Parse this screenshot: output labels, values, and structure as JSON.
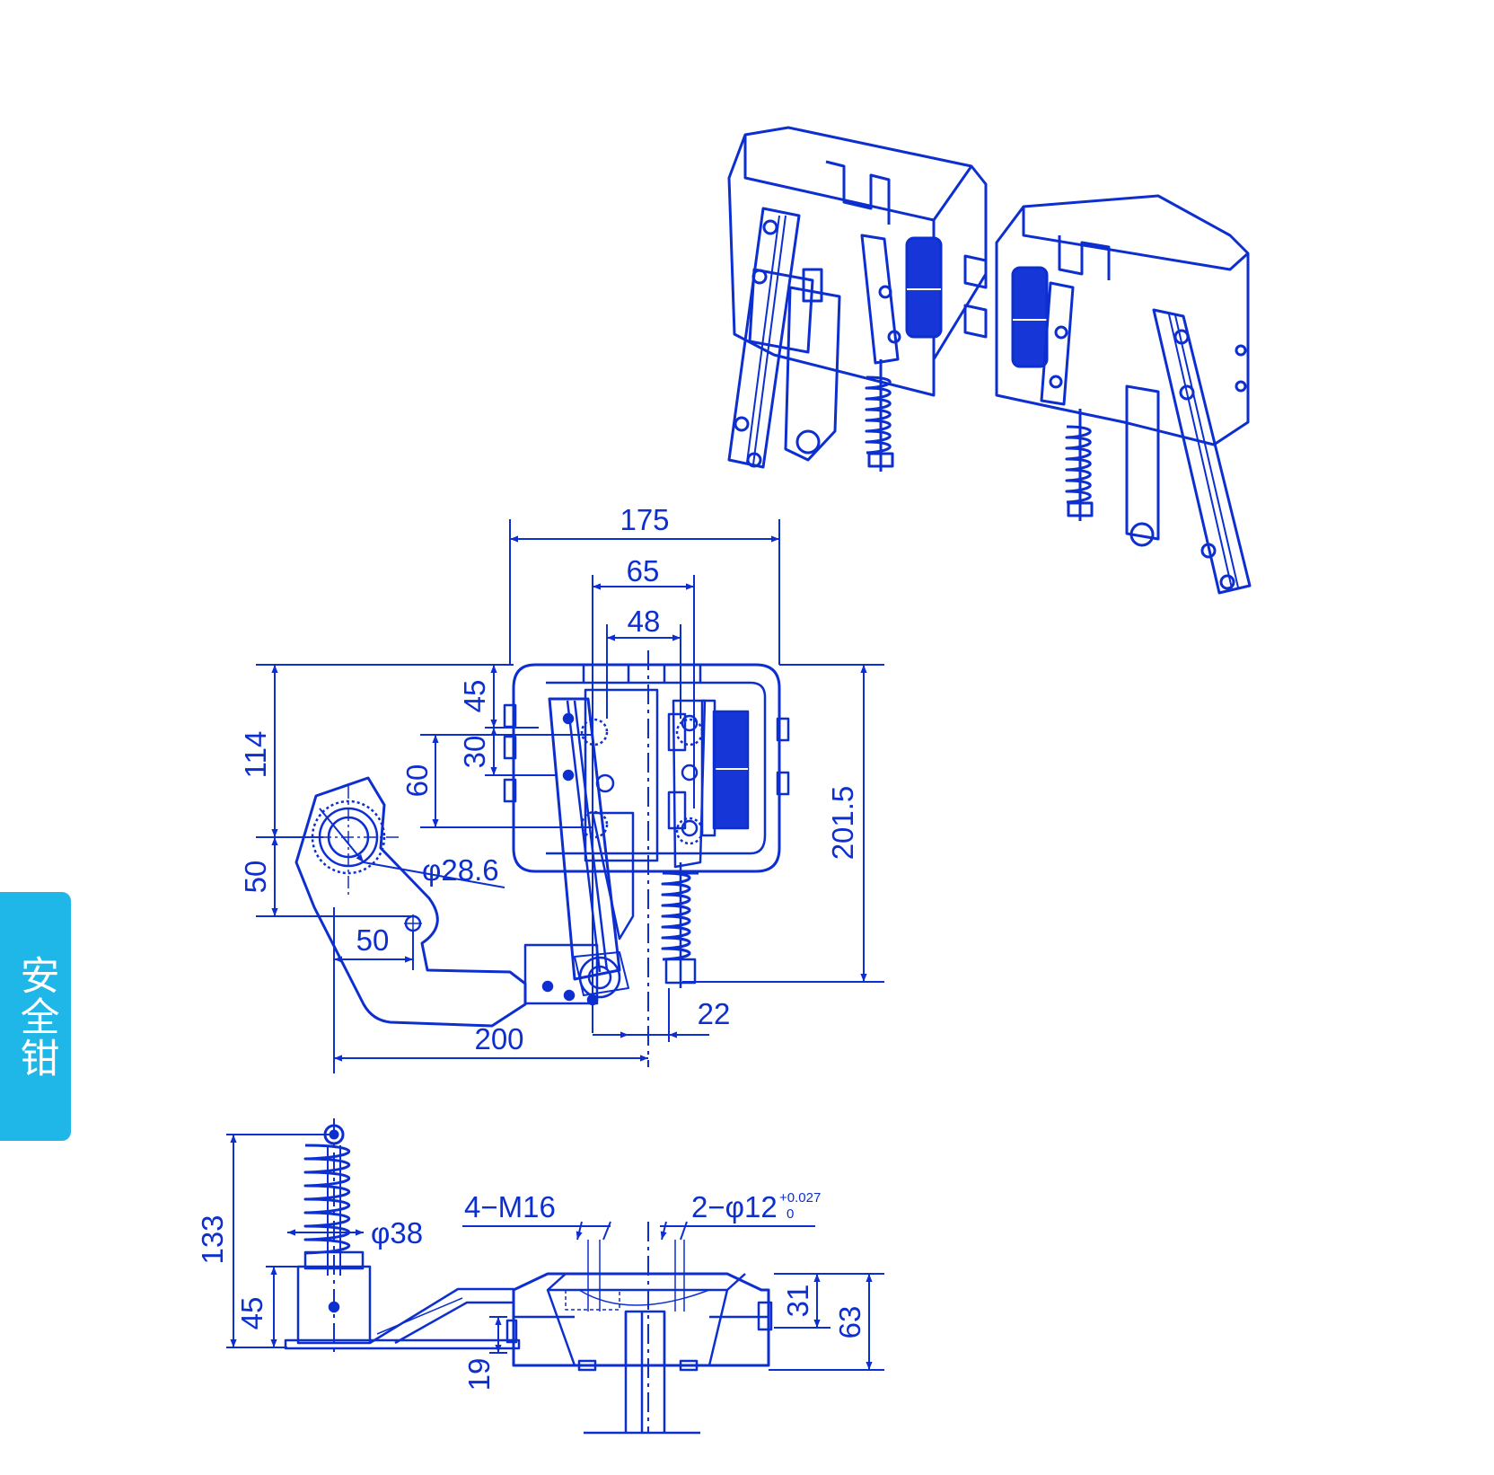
{
  "side_tab": {
    "label": "安全钳"
  },
  "front_view": {
    "dims": {
      "d175": "175",
      "d65": "65",
      "d48": "48",
      "d45": "45",
      "d30": "30",
      "d60": "60",
      "d114": "114",
      "d50v": "50",
      "d50h": "50",
      "d201_5": "201.5",
      "d200": "200",
      "d22": "22",
      "phi28_6": "φ28.6"
    }
  },
  "side_view": {
    "dims": {
      "d133": "133",
      "d45": "45",
      "phi38": "φ38",
      "m16": "4−M16",
      "hole": "2−φ12",
      "tol_upper": "+0.027",
      "tol_lower": "0",
      "d31": "31",
      "d63": "63",
      "d19": "19"
    }
  },
  "colors": {
    "line": "#0d2fd0",
    "fill": "#1636d8",
    "tab": "#1fb6e8"
  }
}
